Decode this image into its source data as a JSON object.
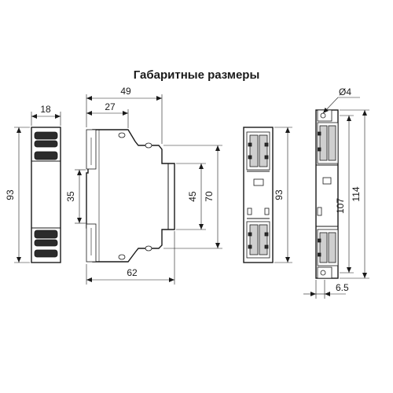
{
  "title": "Габаритные размеры",
  "dimensions": {
    "front_width": "18",
    "front_height": "93",
    "side_total_width": "49",
    "side_step_width": "27",
    "side_rail": "35",
    "side_inner_height": "45",
    "side_outer_height": "70",
    "side_depth": "62",
    "rear_height": "93",
    "right_hole": "Ø4",
    "right_inner": "107",
    "right_total": "114",
    "right_offset": "6.5"
  }
}
